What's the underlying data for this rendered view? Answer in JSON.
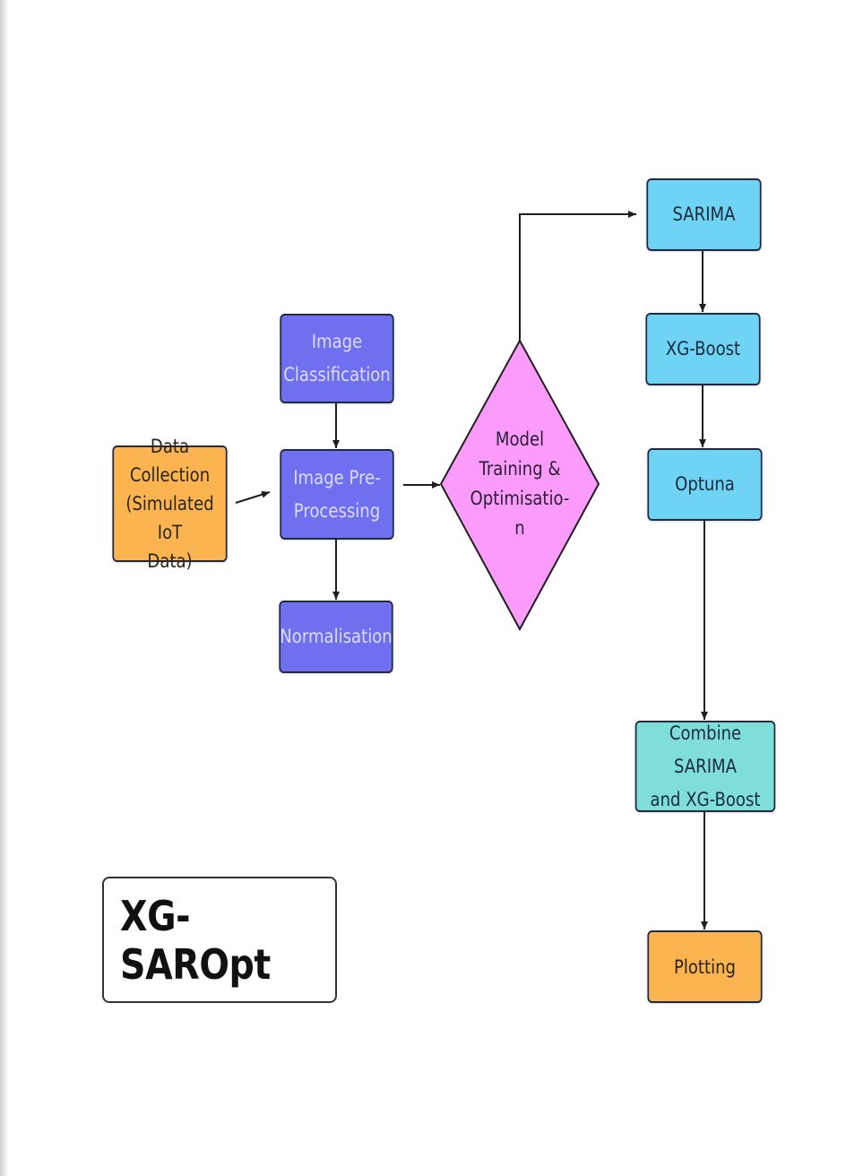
{
  "diagram": {
    "title": "XG-SAROpt",
    "nodes": {
      "data_collection": "Data Collection\n(Simulated IoT\nData)",
      "image_classification": "Image\nClassification",
      "image_preprocessing": "Image Pre-\nProcessing",
      "normalisation": "Normalisation",
      "model_training": "Model\nTraining &\nOptimisatio-\nn",
      "sarima": "SARIMA",
      "xgboost": "XG-Boost",
      "optuna": "Optuna",
      "combine": "Combine SARIMA\nand XG-Boost",
      "plotting": "Plotting"
    },
    "colors": {
      "purple_node": "#6f6ff0",
      "blue_node": "#6fd3f4",
      "orange_node": "#fbb44f",
      "teal_node": "#7fdfd8",
      "diamond": "#fb9bfb",
      "line": "#1f1f1f"
    }
  }
}
